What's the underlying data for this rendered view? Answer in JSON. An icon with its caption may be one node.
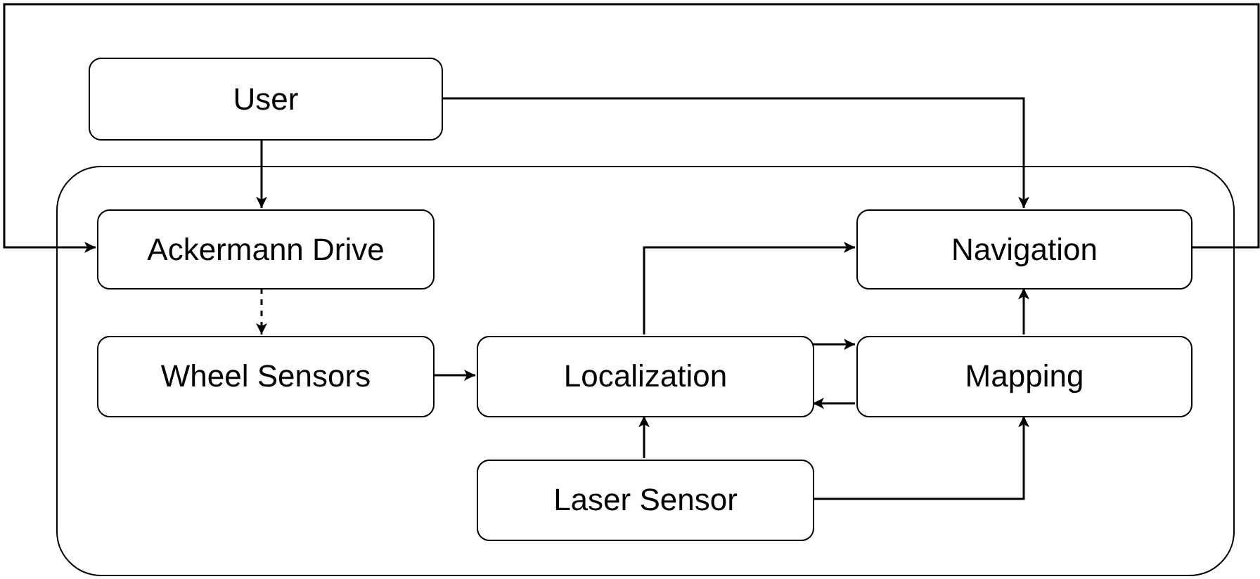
{
  "diagram": {
    "nodes": [
      {
        "text": [
          "User"
        ]
      },
      {
        "text": [],
        "shape": "box"
      },
      {
        "text": [
          "Ackermann Drive"
        ],
        "in": 1
      },
      {
        "text": [
          "Navigation"
        ],
        "in": 1
      },
      {
        "text": [
          "Wheel Sensors"
        ],
        "in": 1
      },
      {
        "text": [
          "Localization"
        ],
        "in": 1
      },
      {
        "text": [
          "Mapping"
        ],
        "in": 1
      },
      {
        "text": [
          "Laser Sensor"
        ],
        "in": 1
      }
    ],
    "edges": [
      {
        "from": 0,
        "to": 2,
        "arrow": "to"
      },
      {
        "from": 0,
        "to": 3,
        "arrow": "to"
      },
      {
        "from": 3,
        "to": 2,
        "arrow": "to"
      },
      {
        "from": 2,
        "to": 4,
        "arrow": "to",
        "style": "dashed"
      },
      {
        "from": 4,
        "to": 5,
        "arrow": "to"
      },
      {
        "from": 5,
        "to": 3,
        "arrow": "to"
      },
      {
        "from": 5,
        "to": 6,
        "arrow": "to"
      },
      {
        "from": 6,
        "to": 5,
        "arrow": "to"
      },
      {
        "from": 6,
        "to": 3,
        "arrow": "to"
      },
      {
        "from": 7,
        "to": 5,
        "arrow": "to"
      },
      {
        "from": 7,
        "to": 6,
        "arrow": "to"
      }
    ]
  }
}
